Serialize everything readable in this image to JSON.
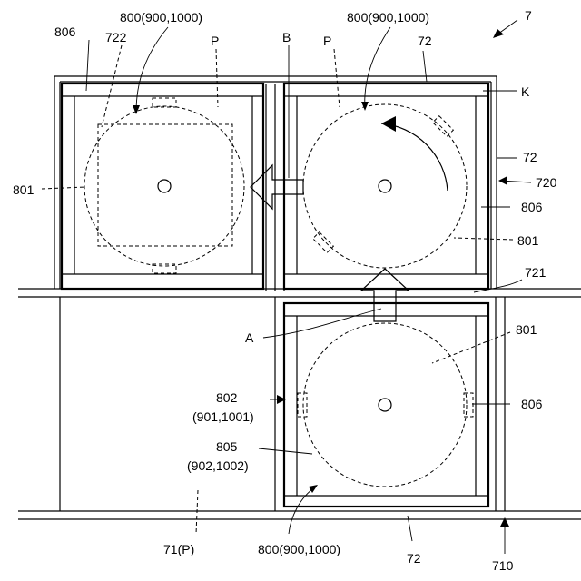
{
  "labels": {
    "fig_number": "7",
    "top_left_ref": "800(900,1000)",
    "top_right_ref": "800(900,1000)",
    "bottom_ref": "800(900,1000)",
    "l806_tl": "806",
    "l722": "722",
    "lP_left": "P",
    "lB": "B",
    "lP_right": "P",
    "l72_top": "72",
    "lK": "K",
    "l72_right": "72",
    "l720": "720",
    "l801_left": "801",
    "l806_right": "806",
    "l801_right": "801",
    "l721": "721",
    "lA": "A",
    "l801_bottom": "801",
    "l802": "802",
    "l802_sub": "(901,1001)",
    "l806_bottom": "806",
    "l805": "805",
    "l805_sub": "(902,1002)",
    "l71": "71(P)",
    "l72_bottom": "72",
    "l710": "710"
  }
}
